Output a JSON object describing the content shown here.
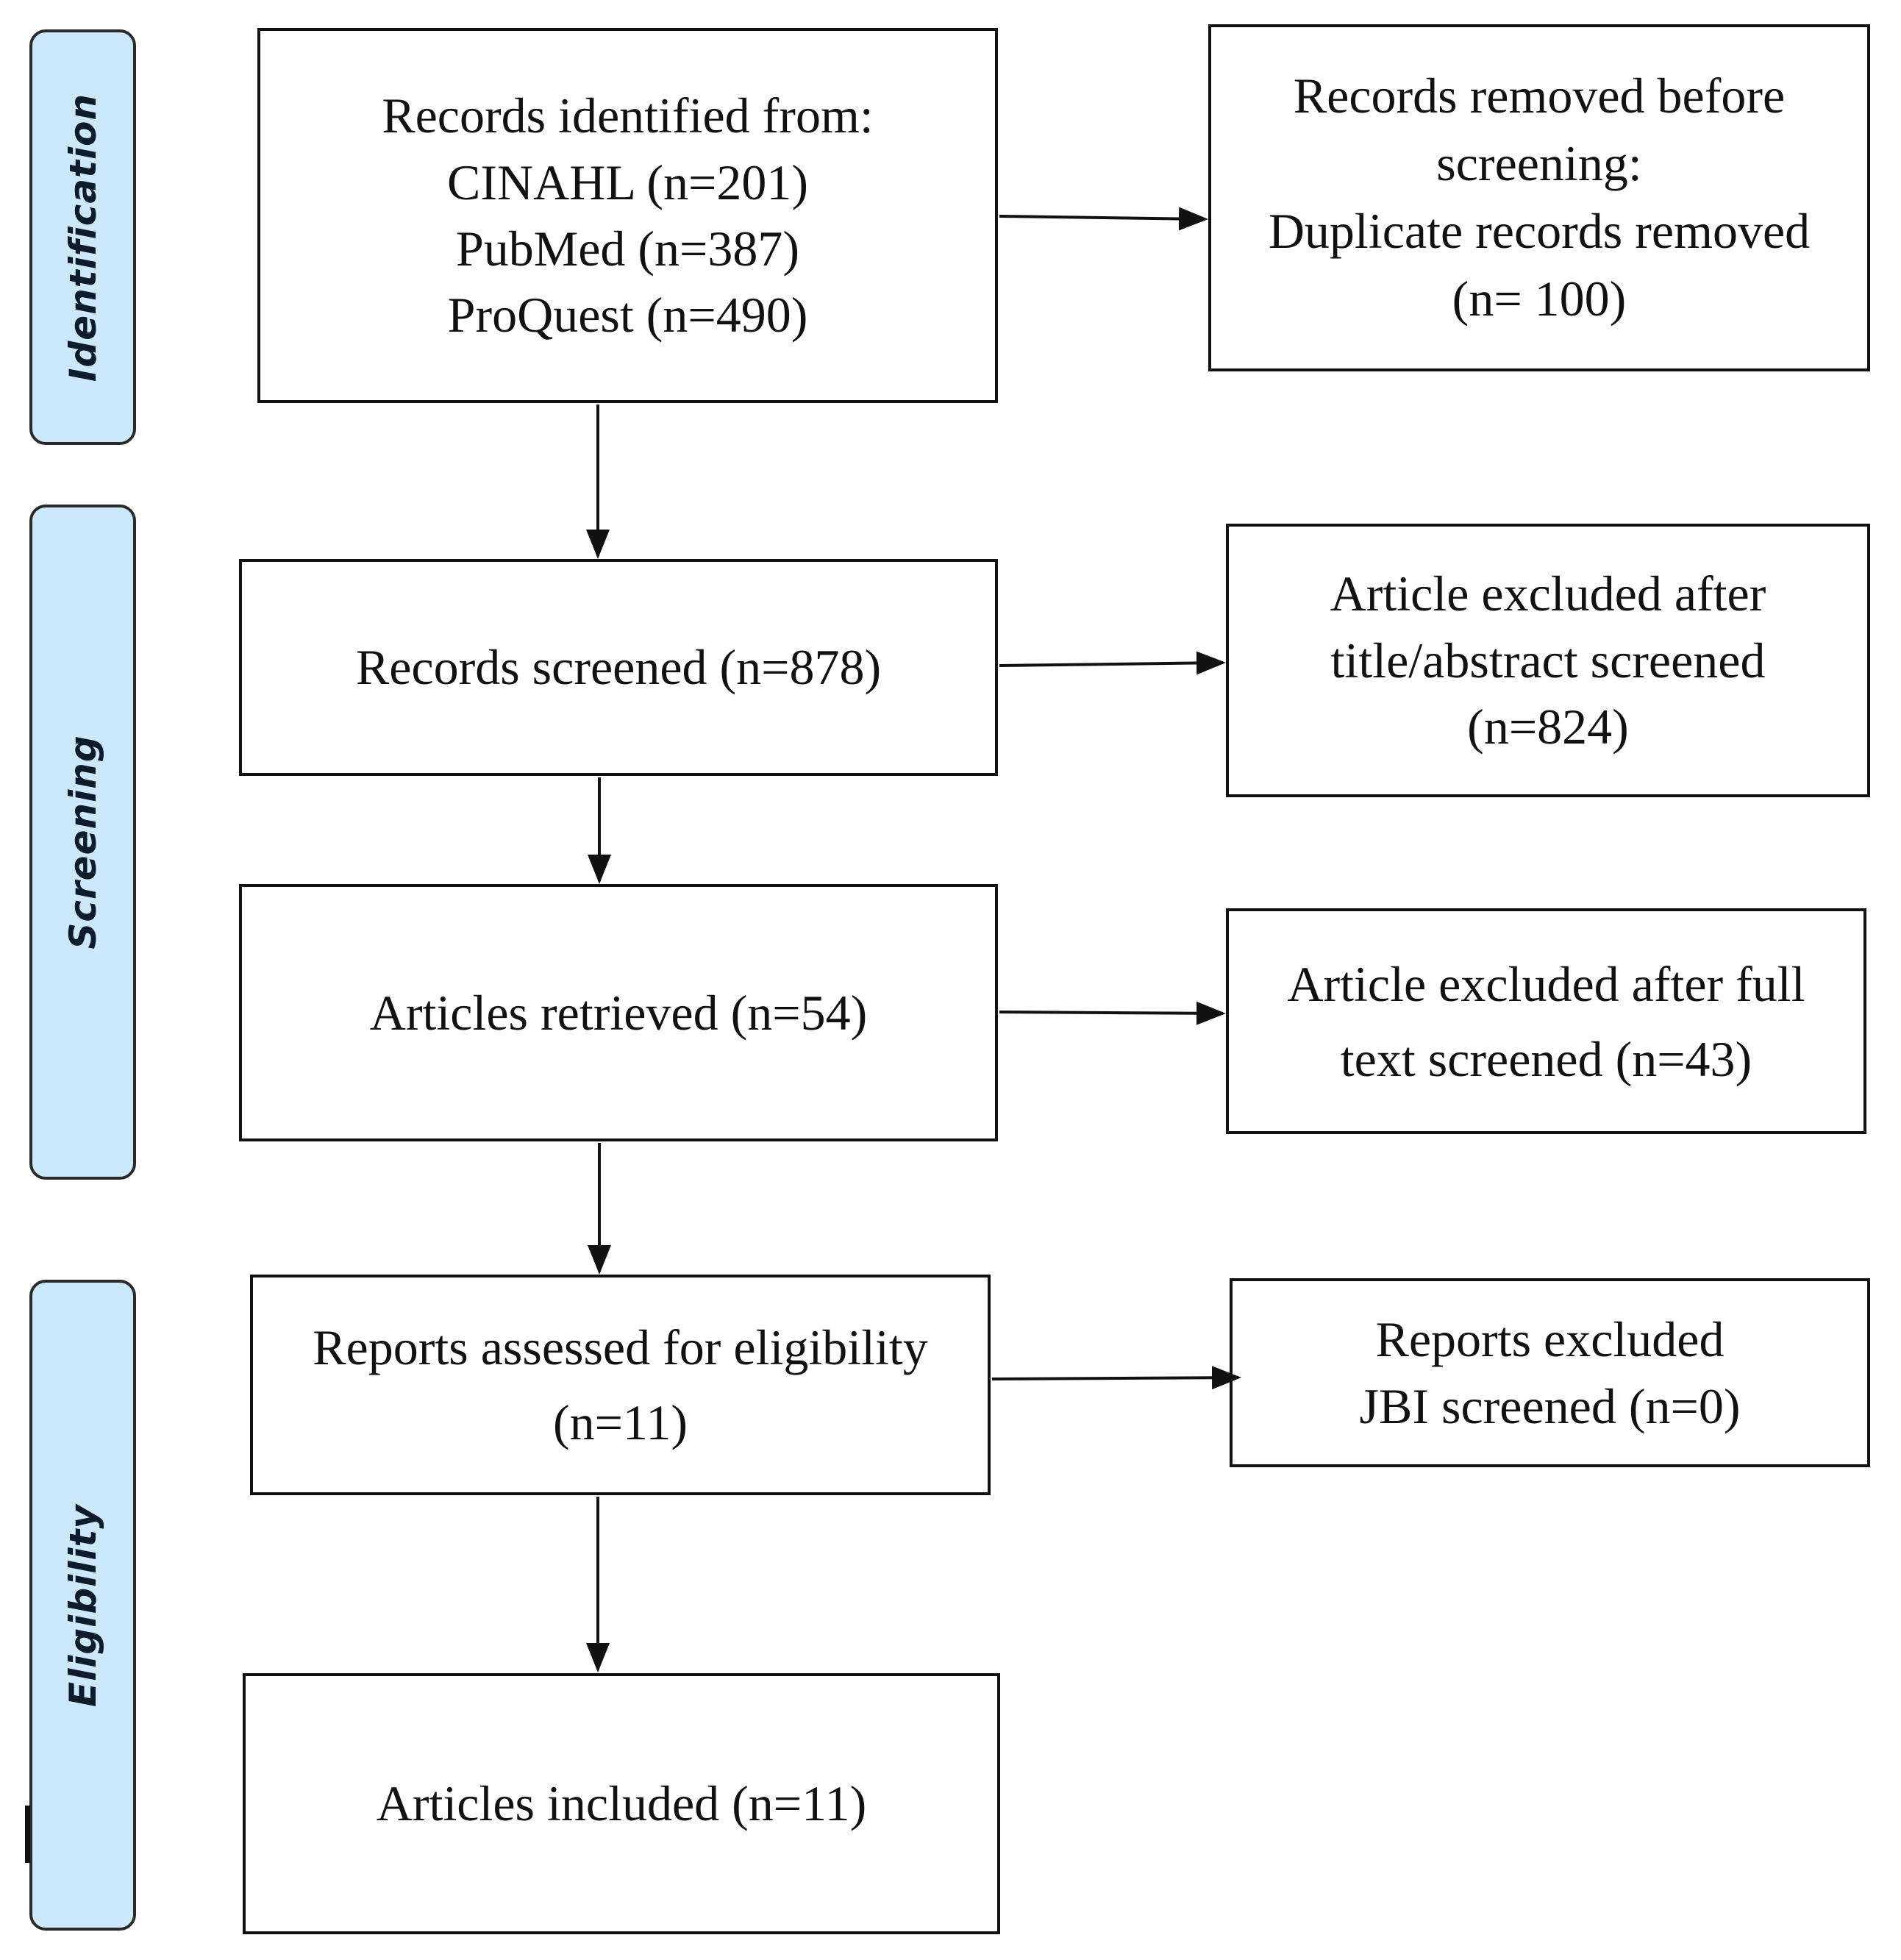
{
  "phases": {
    "identification": "Identification",
    "screening": "Screening",
    "eligibility": "Eligibility"
  },
  "boxes": {
    "records_identified": {
      "lines": [
        "Records identified from:",
        "CINAHL (n=201)",
        "PubMed (n=387)",
        "ProQuest (n=490)"
      ]
    },
    "records_removed": {
      "lines": [
        "Records removed before",
        "screening:",
        "Duplicate records removed",
        "(n= 100)"
      ]
    },
    "records_screened": {
      "lines": [
        "Records screened (n=878)"
      ]
    },
    "excluded_title_abstract": {
      "lines": [
        "Article excluded after",
        "title/abstract screened",
        "(n=824)"
      ]
    },
    "articles_retrieved": {
      "lines": [
        "Articles retrieved (n=54)"
      ]
    },
    "excluded_full_text": {
      "lines": [
        "Article excluded after full",
        "text screened (n=43)"
      ]
    },
    "reports_assessed": {
      "lines": [
        "Reports assessed for eligibility",
        "(n=11)"
      ]
    },
    "reports_excluded": {
      "lines": [
        "Reports excluded",
        "JBI screened (n=0)"
      ]
    },
    "articles_included": {
      "lines": [
        "Articles included (n=11)"
      ]
    }
  },
  "colors": {
    "phase_fill": "#cce9fb",
    "border": "#111111"
  }
}
